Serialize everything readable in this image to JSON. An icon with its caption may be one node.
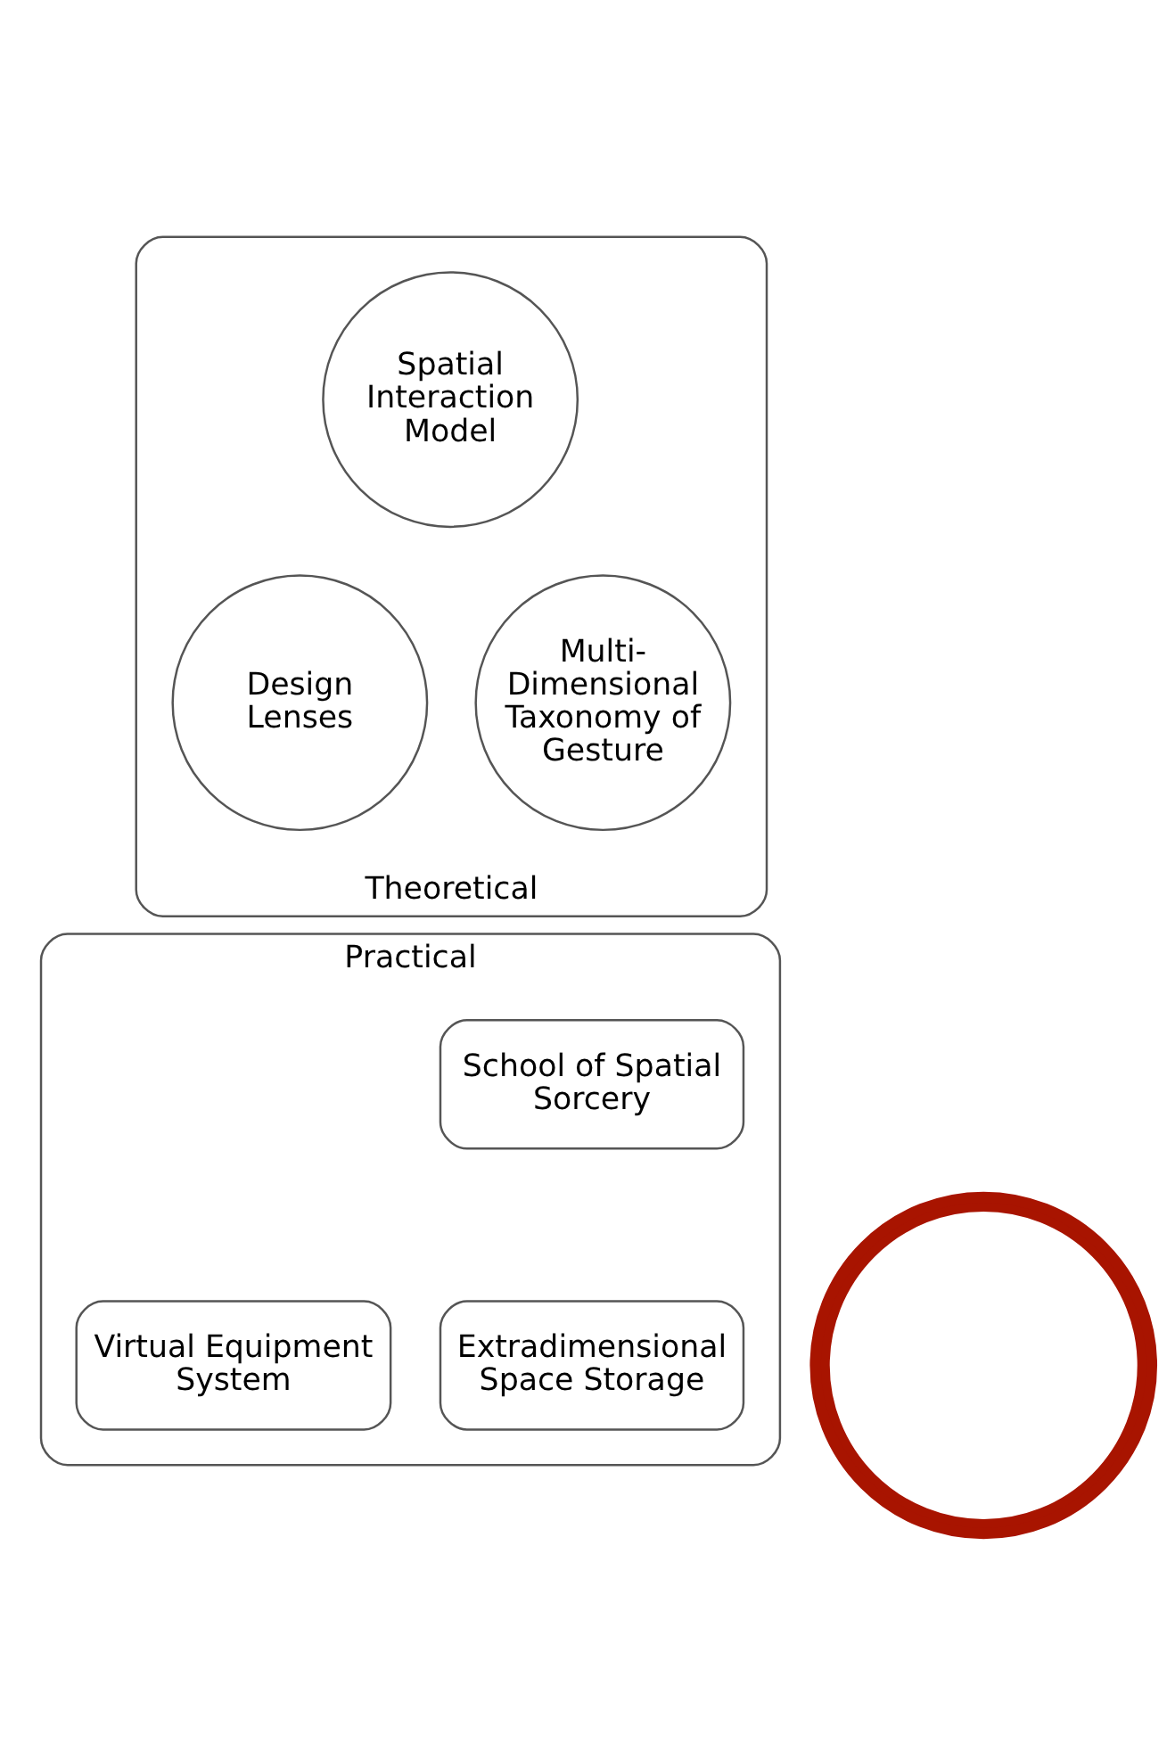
{
  "diagram": {
    "nodes": [
      {
        "text": [
          "Theoretical"
        ]
      },
      {
        "text": [
          "Spatial Interaction Model"
        ],
        "in": 0
      },
      {
        "text": [
          "Design Lenses"
        ],
        "in": 0
      },
      {
        "text": [
          "Multi-Dimensional Taxonomy of Gesture"
        ],
        "in": 0
      },
      {
        "text": [
          "Practical"
        ]
      },
      {
        "text": [
          "School of Spatial Sorcery"
        ],
        "in": 4
      },
      {
        "text": [
          "Virtual Equipment System"
        ],
        "in": 4
      },
      {
        "text": [
          "Extradimensional Space Storage"
        ],
        "in": 4
      },
      {
        "text": [],
        "shape": "circle"
      }
    ],
    "edges": []
  }
}
